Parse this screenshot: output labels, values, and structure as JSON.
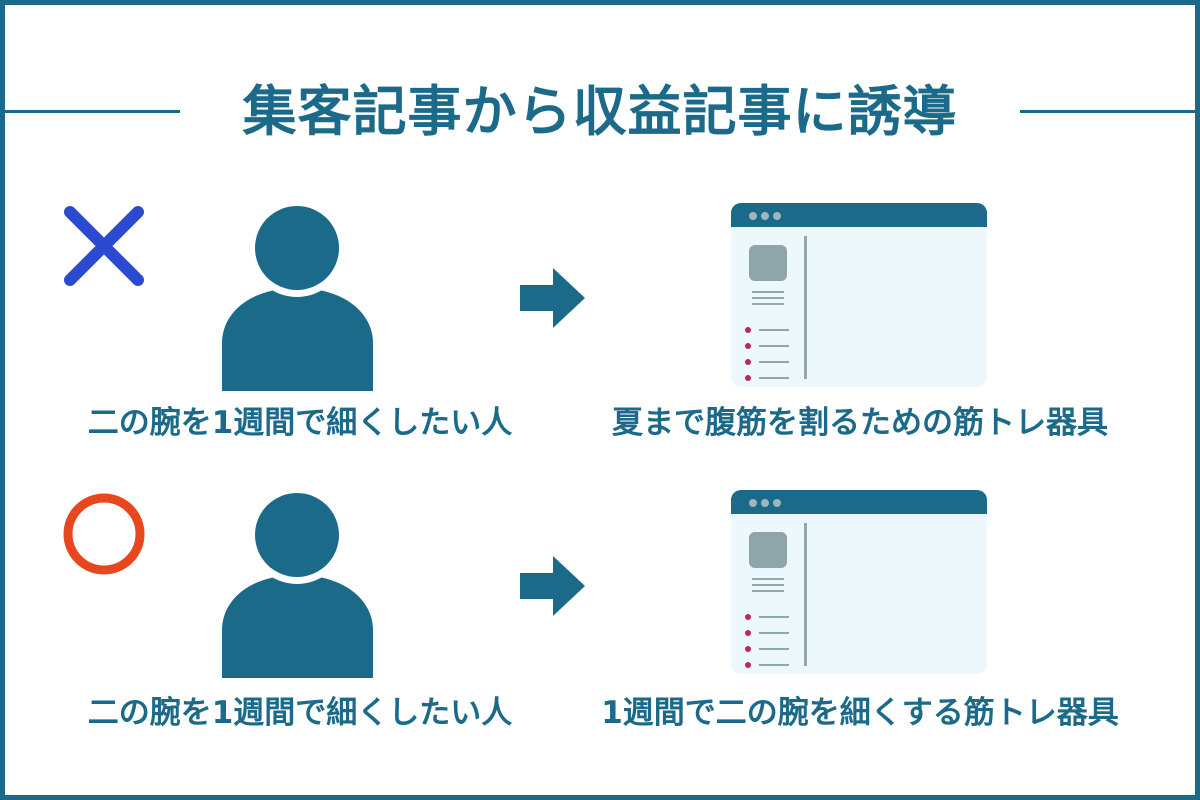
{
  "title": "集客記事から収益記事に誘導",
  "colors": {
    "primary": "#1b6a8a",
    "bad_mark": "#2a4bd0",
    "good_mark": "#e8461e",
    "page_bg": "#edf8fd",
    "thumb": "#8ea6aa",
    "bullet": "#c0226a",
    "line": "#8fa9ad"
  },
  "rows": [
    {
      "mark": "cross-icon",
      "person_label": "二の腕を1週間で細くしたい人",
      "target_label": "夏まで腹筋を割るための筋トレ器具"
    },
    {
      "mark": "circle-icon",
      "person_label": "二の腕を1週間で細くしたい人",
      "target_label": "1週間で二の腕を細くする筋トレ器具"
    }
  ]
}
